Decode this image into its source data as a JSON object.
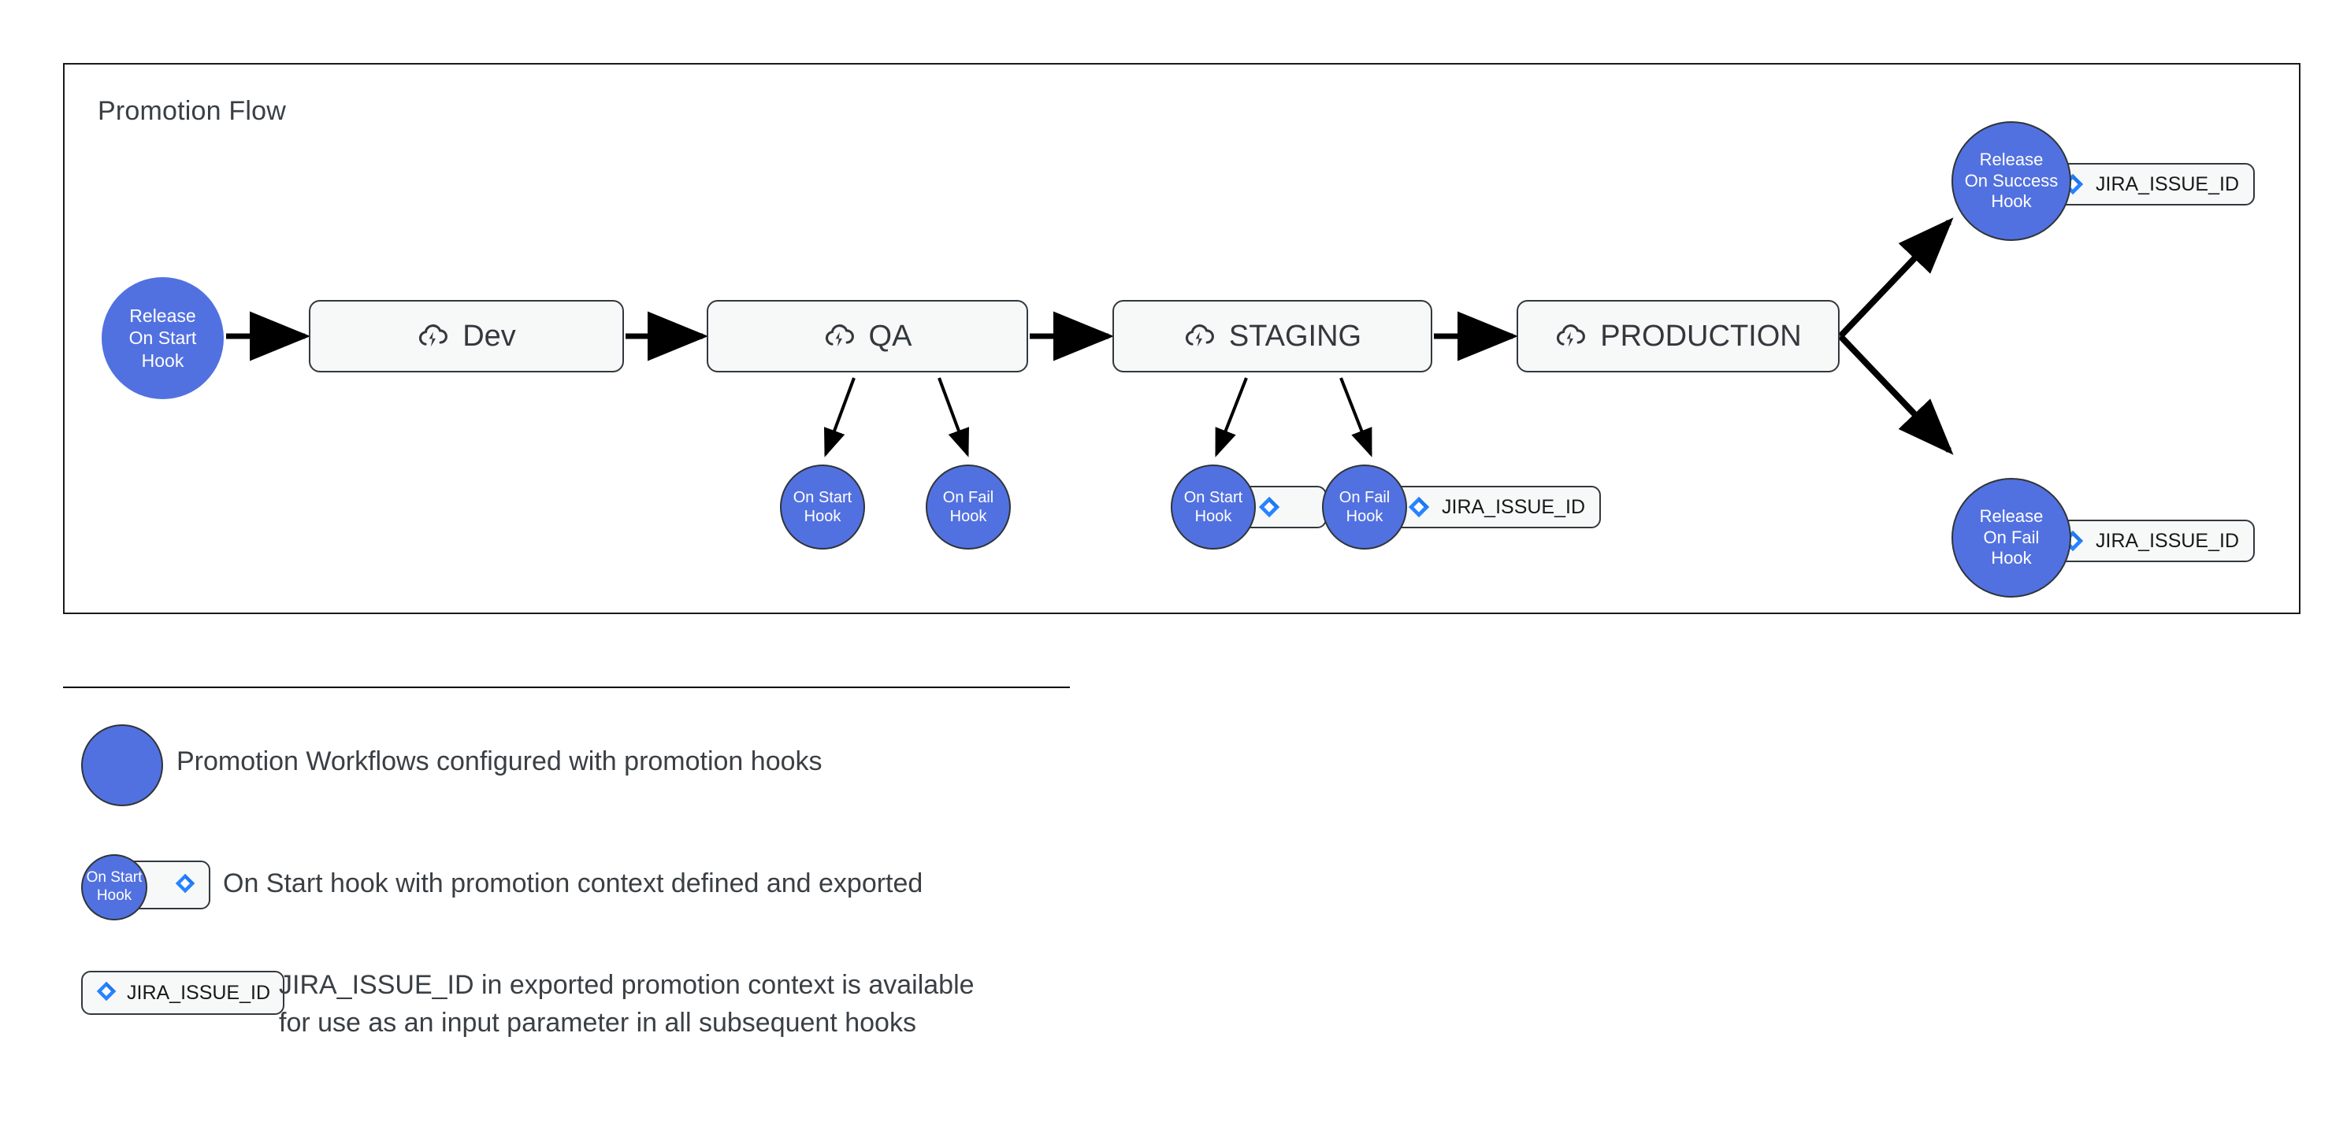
{
  "diagram": {
    "title": "Promotion Flow",
    "stages": [
      {
        "id": "dev",
        "label": "Dev",
        "icon": "cloud-lightning-icon"
      },
      {
        "id": "qa",
        "label": "QA",
        "icon": "cloud-lightning-icon"
      },
      {
        "id": "staging",
        "label": "STAGING",
        "icon": "cloud-lightning-icon"
      },
      {
        "id": "production",
        "label": "PRODUCTION",
        "icon": "cloud-lightning-icon"
      }
    ],
    "hooks": {
      "release_on_start": {
        "line1": "Release",
        "line2": "On Start",
        "line3": "Hook"
      },
      "release_on_success": {
        "line1": "Release",
        "line2": "On Success",
        "line3": "Hook"
      },
      "release_on_fail": {
        "line1": "Release",
        "line2": "On Fail",
        "line3": "Hook"
      },
      "qa_on_start": {
        "line1": "On Start",
        "line2": "Hook"
      },
      "qa_on_fail": {
        "line1": "On Fail",
        "line2": "Hook"
      },
      "staging_on_start": {
        "line1": "On Start",
        "line2": "Hook"
      },
      "staging_on_fail": {
        "line1": "On Fail",
        "line2": "Hook"
      }
    },
    "context_badges": {
      "jira_issue_id": "JIRA_ISSUE_ID",
      "empty": ""
    },
    "colors": {
      "hook_blue": "#5271e0",
      "stage_fill": "#f7f9f9",
      "stage_border": "#33383d",
      "jira_blue": "#2684ff",
      "text_dark": "#3a3f44",
      "edge_black": "#000000"
    }
  },
  "legend": {
    "items": [
      {
        "icon": "blue-circle-icon",
        "text": "Promotion Workflows configured with promotion hooks"
      },
      {
        "icon": "hook-with-context-icon",
        "hook_line1": "On Start",
        "hook_line2": "Hook",
        "text": "On Start hook with promotion context defined and exported"
      },
      {
        "icon": "jira-context-badge-icon",
        "badge_label": "JIRA_ISSUE_ID",
        "text": "JIRA_ISSUE_ID in exported promotion context is available for use as an input parameter in all subsequent hooks"
      }
    ]
  }
}
